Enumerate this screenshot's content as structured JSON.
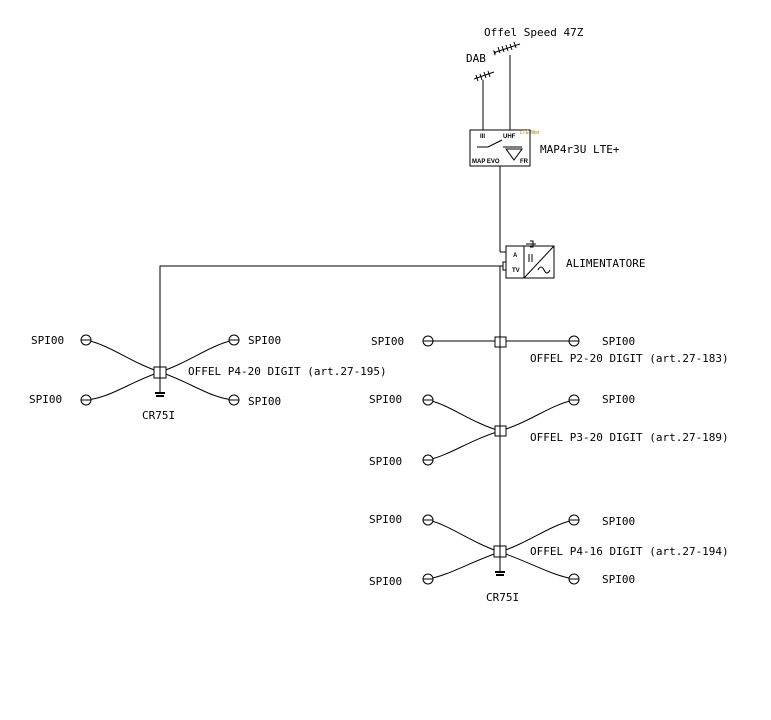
{
  "labels": {
    "antenna_uhf": "Offel Speed 47Z",
    "antenna_dab": "DAB",
    "amplifier": "MAP4r3U LTE+",
    "power_supply": "ALIMENTATORE",
    "outlet": "SPI00",
    "splitter_left": "OFFEL P4-20 DIGIT (art.27-195)",
    "splitter_p2": "OFFEL P2-20 DIGIT (art.27-183)",
    "splitter_p3": "OFFEL P3-20 DIGIT (art.27-189)",
    "splitter_p4_16": "OFFEL P4-16 DIGIT (art.27-194)",
    "terminator": "CR75I"
  },
  "amplifier_panel": {
    "in_iii": "III",
    "in_uhf": "UHF",
    "corner": "LTE filter",
    "bottom_left": "MAP EVO",
    "bottom_right": "FR"
  },
  "psu_panel": {
    "a": "A",
    "tv": "TV"
  }
}
